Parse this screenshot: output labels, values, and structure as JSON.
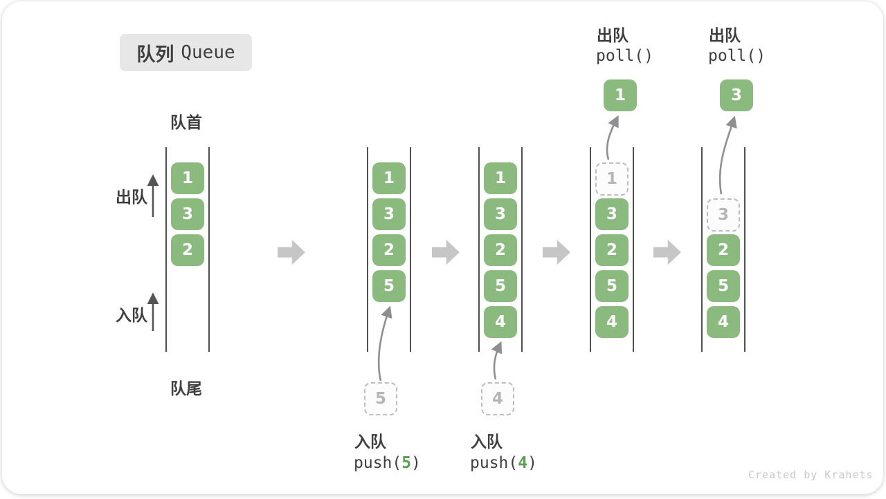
{
  "title": {
    "zh": "队列",
    "en": "Queue"
  },
  "side_labels": {
    "front": "队首",
    "rear": "队尾",
    "dequeue": "出队",
    "enqueue": "入队"
  },
  "ops": {
    "enqueue1": {
      "label": "入队",
      "code_pre": "push(",
      "arg": "5",
      "code_post": ")"
    },
    "enqueue2": {
      "label": "入队",
      "code_pre": "push(",
      "arg": "4",
      "code_post": ")"
    },
    "dequeue1": {
      "label": "出队",
      "code": "poll()",
      "popped": "1"
    },
    "dequeue2": {
      "label": "出队",
      "code": "poll()",
      "popped": "3"
    }
  },
  "states": [
    {
      "boxes": [
        "1",
        "3",
        "2"
      ]
    },
    {
      "boxes": [
        "1",
        "3",
        "2",
        "5"
      ],
      "incoming": "5"
    },
    {
      "boxes": [
        "1",
        "3",
        "2",
        "5",
        "4"
      ],
      "incoming": "4"
    },
    {
      "boxes": [
        "3",
        "2",
        "5",
        "4"
      ],
      "removed": "1"
    },
    {
      "boxes": [
        "2",
        "5",
        "4"
      ],
      "removed": "3"
    }
  ],
  "watermark": "Created by Krahets",
  "icons": {
    "step": "block-arrow-right-icon",
    "dequeue_direction": "arrow-up-icon",
    "enqueue_direction": "arrow-up-icon"
  },
  "colors": {
    "green": "#8bba7e",
    "accent": "#5ba052",
    "arrow-gray": "#8f8f8f",
    "arrow-dark": "#555555",
    "block-arrow": "#c6c6c6",
    "wall": "#4f4f4f",
    "text-dark": "#3e3e3e",
    "dashed-border": "#bdbdbd",
    "dashed-text": "#b5b5b5",
    "badge-bg": "#e7e7e7",
    "watermark": "#c9c9c9"
  }
}
